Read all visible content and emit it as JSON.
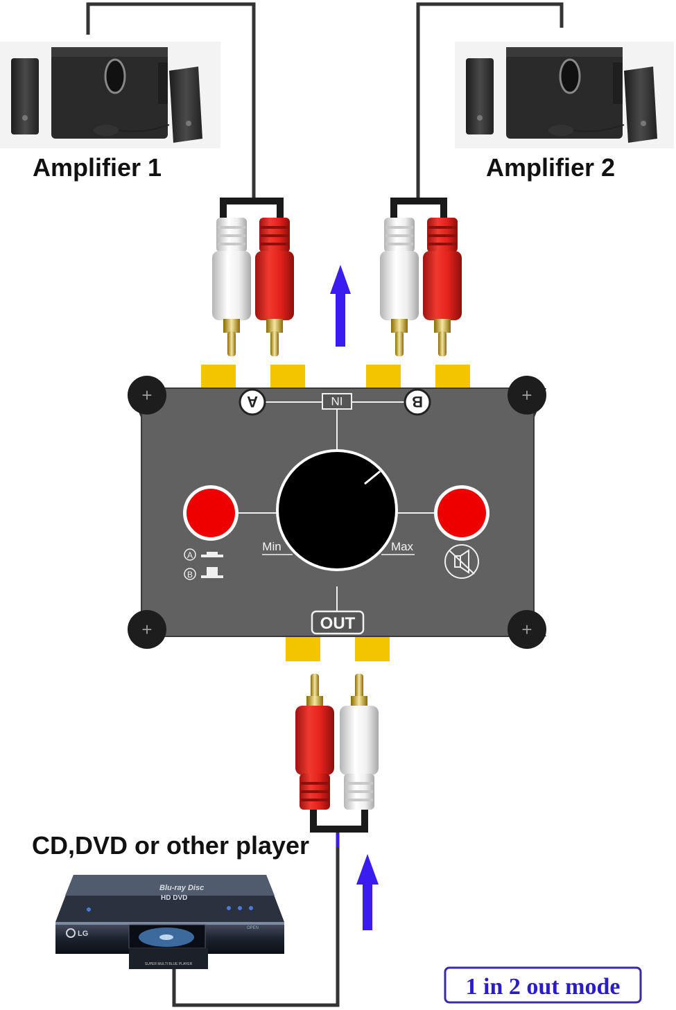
{
  "labels": {
    "amp1": "Amplifier 1",
    "amp2": "Amplifier 2",
    "player": "CD,DVD or other player",
    "mode": "1 in 2 out mode"
  },
  "device": {
    "in_label": "IN",
    "out_label": "OUT",
    "port_a": "A",
    "port_b": "B",
    "min": "Min",
    "max": "Max",
    "legend_a": "A",
    "legend_b": "B"
  },
  "player_device": {
    "brand": "LG",
    "logo": "Blu-ray Disc",
    "format": "HD DVD",
    "tray_text": "SUPER MULTI BLUE PLAYER",
    "panel": "OPEN"
  },
  "colors": {
    "device_body": "#616161",
    "connector_gold": "#f2c500",
    "button_red": "#ee0000",
    "arrow_blue": "#3b1cf0",
    "plug_red": "#e3221c",
    "plug_white": "#ededed"
  },
  "icons": [
    "mute-icon",
    "speaker-set-icon",
    "up-arrow-icon",
    "screw-icon"
  ]
}
